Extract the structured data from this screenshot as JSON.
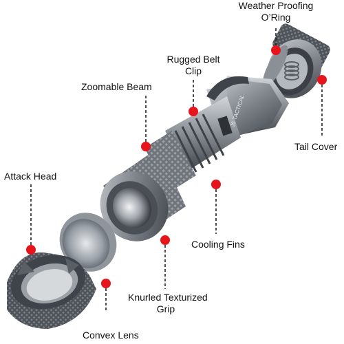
{
  "labels": {
    "weather_proofing_line1": "Weather Proofing",
    "weather_proofing_line2": "O’Ring",
    "rugged_belt_clip_line1": "Rugged Belt",
    "rugged_belt_clip_line2": "Clip",
    "zoomable_beam": "Zoomable Beam",
    "tail_cover": "Tail Cover",
    "attack_head": "Attack Head",
    "cooling_fins": "Cooling Fins",
    "knurled_line1": "Knurled Texturized",
    "knurled_line2": "Grip",
    "convex_lens": "Convex Lens"
  },
  "logo_text": "J5 TACTICAL",
  "colors": {
    "marker": "#e8141b",
    "leader": "#222222",
    "metal_dark": "#4d5258",
    "metal_light": "#b9bec4",
    "background": "#ffffff"
  }
}
